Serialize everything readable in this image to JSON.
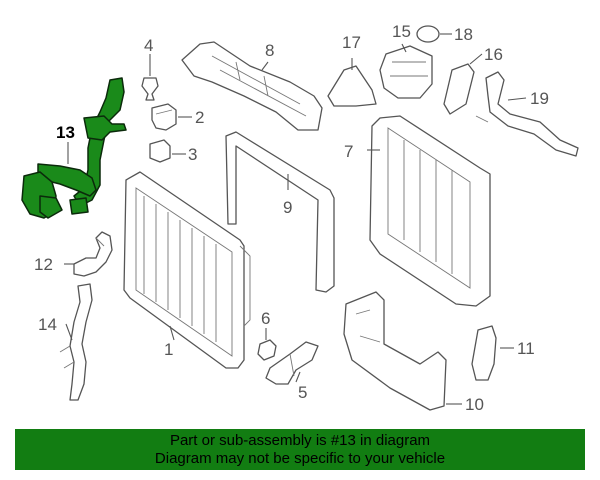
{
  "callouts": {
    "c1": "1",
    "c2": "2",
    "c3": "3",
    "c4": "4",
    "c5": "5",
    "c6": "6",
    "c7": "7",
    "c8": "8",
    "c9": "9",
    "c10": "10",
    "c11": "11",
    "c12": "12",
    "c13": "13",
    "c14": "14",
    "c15": "15",
    "c16": "16",
    "c17": "17",
    "c18": "18",
    "c19": "19"
  },
  "highlight_color": "#1a8a1a",
  "banner": {
    "line1": "Part or sub-assembly is #13 in diagram",
    "line2": "Diagram may not be specific to your vehicle",
    "background": "#127d12"
  }
}
